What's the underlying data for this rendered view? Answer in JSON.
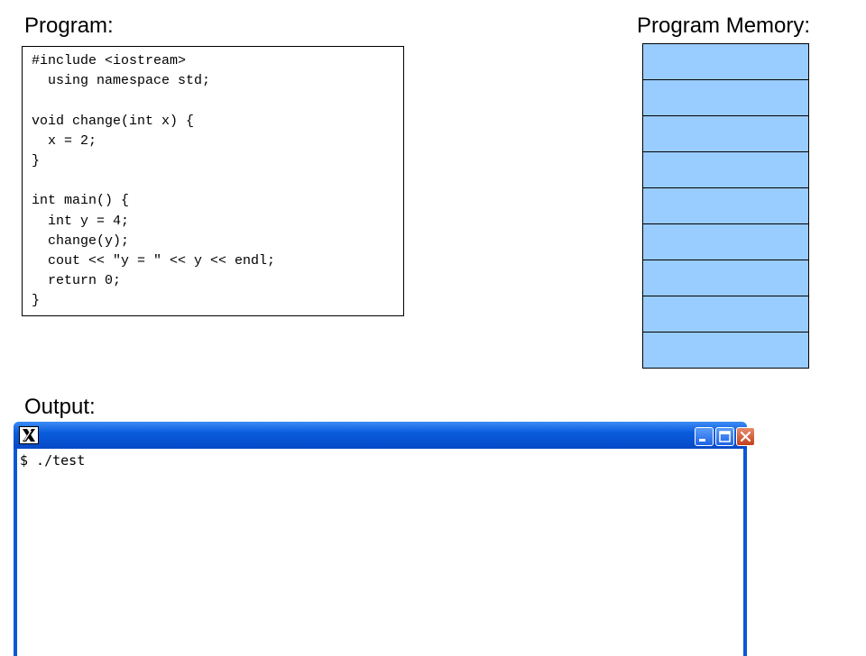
{
  "headings": {
    "program": "Program:",
    "memory": "Program Memory:",
    "output": "Output:"
  },
  "code_lines": [
    "#include <iostream>",
    "  using namespace std;",
    "",
    "void change(int x) {",
    "  x = 2;",
    "}",
    "",
    "int main() {",
    "  int y = 4;",
    "  change(y);",
    "  cout << \"y = \" << y << endl;",
    "  return 0;",
    "}"
  ],
  "memory": {
    "cell_count": 9,
    "cell_color": "#99ccff"
  },
  "terminal": {
    "icon": "x-window-icon",
    "buttons": [
      "minimize-icon",
      "maximize-icon",
      "close-icon"
    ],
    "prompt": "$ ./test",
    "frame_color": "#0a58d6"
  }
}
